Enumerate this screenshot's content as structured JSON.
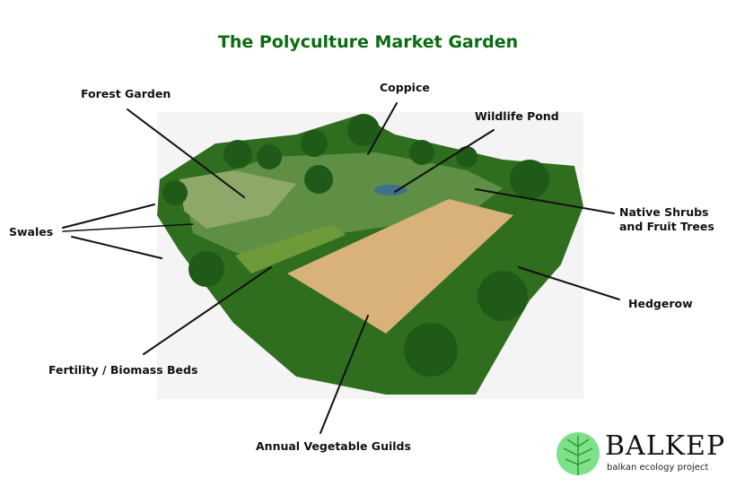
{
  "title": "The Polyculture Market Garden",
  "labels": {
    "forest_garden": "Forest Garden",
    "coppice": "Coppice",
    "wildlife_pond": "Wildlife Pond",
    "native_shrubs_line1": "Native Shrubs",
    "native_shrubs_line2": "and Fruit Trees",
    "swales": "Swales",
    "hedgerow": "Hedgerow",
    "fertility_beds": "Fertility / Biomass Beds",
    "annual_vegetable_guilds": "Annual Vegetable Guilds"
  },
  "logo": {
    "name": "BALKEP",
    "tagline": "balkan ecology project"
  },
  "colors": {
    "title": "#0b6b12",
    "hedge": "#2f6e1f",
    "field": "#d9b27a",
    "leaf": "#5fd06a"
  }
}
